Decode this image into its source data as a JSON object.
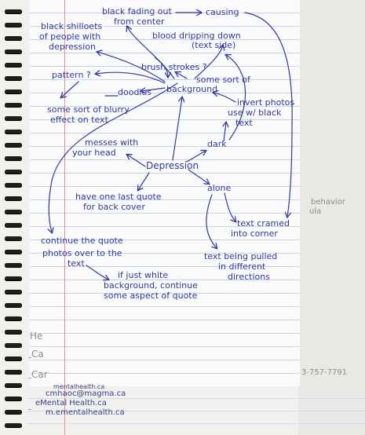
{
  "notes": {
    "black_fading_out": "black fading out",
    "from_center": "from center",
    "causing": "causing",
    "black_silhouettes_1": "black shilloets",
    "black_silhouettes_2": "of people with",
    "black_silhouettes_3": "depression",
    "blood_dripping_1": "blood dripping down",
    "blood_dripping_2": "(text side)",
    "pattern": "pattern ?",
    "brush_strokes": "brush strokes ?",
    "some_sort_of": "some sort of",
    "background": "background",
    "doodles": "doodles",
    "blurry_1": "some sort of blurry",
    "blurry_2": "effect on text",
    "invert_1": "invert photos",
    "invert_2": "use w/ black",
    "invert_3": "text",
    "dark": "dark",
    "messes_1": "messes with",
    "messes_2": "your head",
    "depression": "Depression",
    "alone": "alone",
    "last_quote_1": "have one last quote",
    "last_quote_2": "for back cover",
    "text_crammed_1": "text cramed",
    "text_crammed_2": "into corner",
    "continue_1": "continue the quote",
    "continue_2": "photos over to the",
    "continue_3": "text",
    "pulled_1": "text being pulled",
    "pulled_2": "in different",
    "pulled_3": "directions",
    "white_1": "if just white",
    "white_2": "background, continue",
    "white_3": "some aspect of quote"
  },
  "underlying": {
    "behavior": "behavior",
    "ula": "ula",
    "he": "He",
    "ca": "Ca",
    "car": "Car",
    "phone": "3-757-7791"
  },
  "contacts": {
    "line1": "mentalhealth.ca",
    "line2": "cmhaoc@magma.ca",
    "line3": "eMental Health.ca",
    "line4": "m.ementalhealth.ca"
  },
  "colors": {
    "ink": "#2f3a9a",
    "ruling": "#c9d4ec",
    "margin": "#e58c8c"
  }
}
